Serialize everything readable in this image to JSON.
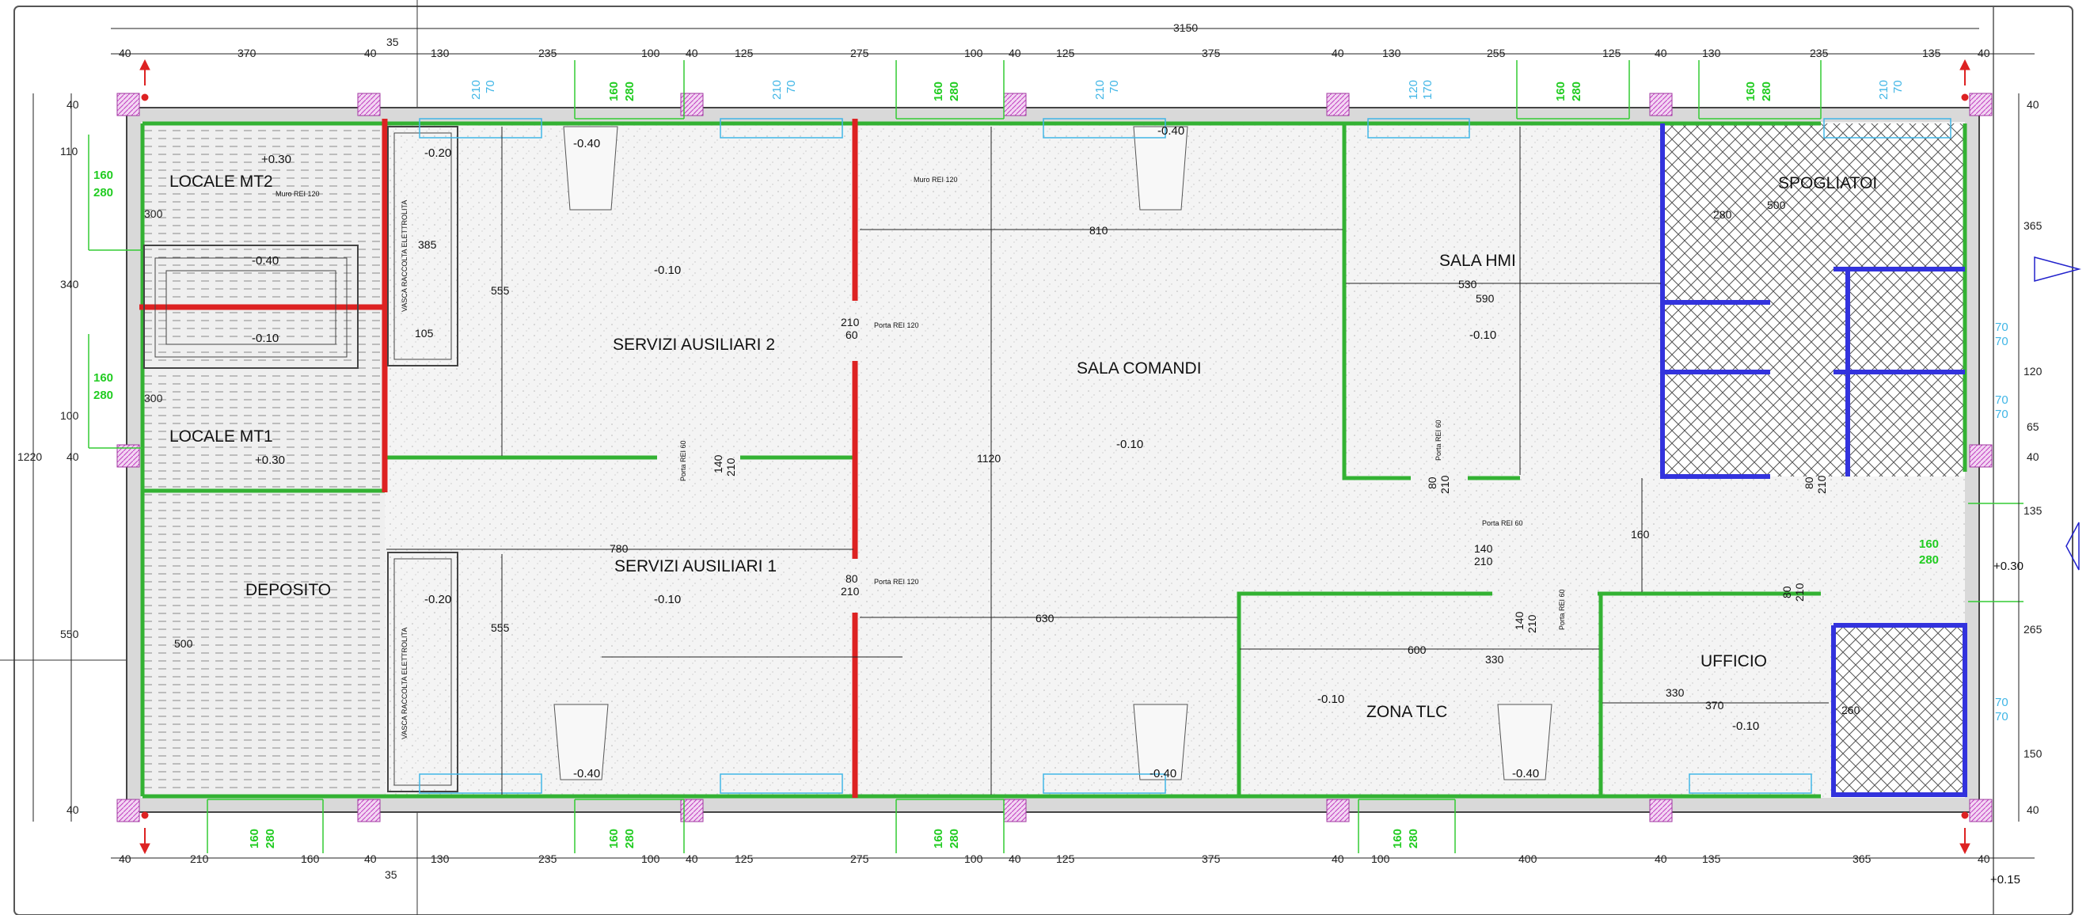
{
  "overall_width": "3150",
  "overall_height": "1220",
  "top_dims": [
    "40",
    "370",
    "40",
    "35",
    "130",
    "235",
    "100",
    "40",
    "125",
    "275",
    "100",
    "40",
    "125",
    "375",
    "40",
    "130",
    "255",
    "125",
    "40",
    "130",
    "235",
    "135",
    "40"
  ],
  "bottom_dims": [
    "40",
    "210",
    "160",
    "40",
    "35",
    "130",
    "235",
    "100",
    "40",
    "125",
    "275",
    "100",
    "40",
    "125",
    "375",
    "40",
    "100",
    "400",
    "40",
    "135",
    "365",
    "40"
  ],
  "left_dims": [
    "40",
    "110",
    "300",
    "340",
    "300",
    "100",
    "40",
    "550",
    "40"
  ],
  "right_dims": [
    "40",
    "365",
    "120",
    "65",
    "40",
    "135",
    "265",
    "150",
    "40"
  ],
  "rooms": {
    "locale_mt2": "LOCALE MT2",
    "locale_mt1": "LOCALE MT1",
    "deposito": "DEPOSITO",
    "servizi2": "SERVIZI AUSILIARI 2",
    "servizi1": "SERVIZI AUSILIARI 1",
    "sala_comandi": "SALA COMANDI",
    "sala_hmi": "SALA HMI",
    "spogliatoi": "SPOGLIATOI",
    "zona_tlc": "ZONA TLC",
    "ufficio": "UFFICIO"
  },
  "levels": {
    "l030a": "+0.30",
    "l040a": "-0.40",
    "l040b": "-0.40",
    "l010a": "-0.10",
    "l030b": "+0.30",
    "l020a": "-0.20",
    "l010b": "-0.10",
    "l010c": "-0.10",
    "l020b": "-0.20",
    "l010d": "-0.10",
    "l010e": "-0.10",
    "l010f": "-0.10",
    "l030c": "+0.30",
    "l010g": "-0.10",
    "l040c": "-0.40",
    "l040d": "-0.40",
    "l040e": "-0.40",
    "l040f": "-0.40",
    "l015": "+0.15"
  },
  "notes": {
    "muro1": "Muro REI 120",
    "muro2": "Muro REI 120",
    "porta1": "Porta REI 120",
    "porta2": "Porta REI 120",
    "porta3": "Porta REI 60",
    "porta4": "Porta REI 60",
    "porta5": "Porta REI 60",
    "porta6": "Porta REI 60",
    "vasca1": "VASCA RACCOLTA ELETTROLITA",
    "vasca2": "VASCA RACCOLTA ELETTROLITA"
  },
  "inner_dims": {
    "d385": "385",
    "d105": "105",
    "d555a": "555",
    "d555b": "555",
    "d810": "810",
    "d1120": "1120",
    "d780": "780",
    "d630": "630",
    "d500": "500",
    "d530": "530",
    "d590": "590",
    "d600": "600",
    "d330a": "330",
    "d330b": "330",
    "d370": "370",
    "d160": "160",
    "d280": "280",
    "d500b": "500",
    "d260": "260"
  },
  "win_labels": {
    "w1a": "210",
    "w1b": "70",
    "w2a": "210",
    "w2b": "70",
    "w3a": "210",
    "w3b": "70",
    "w4a": "120",
    "w4b": "170",
    "w5a": "210",
    "w5b": "70",
    "wr1a": "70",
    "wr1b": "70",
    "wr2a": "70",
    "wr2b": "70",
    "wr3a": "70",
    "wr3b": "70"
  },
  "door_labels": {
    "top1a": "160",
    "top1b": "280",
    "top2a": "160",
    "top2b": "280",
    "top3a": "160",
    "top3b": "280",
    "top4a": "160",
    "top4b": "280",
    "left1a": "160",
    "left1b": "280",
    "left2a": "160",
    "left2b": "280",
    "bot1a": "160",
    "bot1b": "280",
    "bot2a": "160",
    "bot2b": "280",
    "bot3a": "160",
    "bot3b": "280",
    "bot4a": "160",
    "bot4b": "280",
    "right1a": "160",
    "right1b": "280"
  },
  "door_dims": {
    "d1a": "210",
    "d1b": "60",
    "d2a": "80",
    "d2b": "210",
    "d3a": "140",
    "d3b": "210",
    "d4a": "80",
    "d4b": "210",
    "d5a": "140",
    "d5b": "210",
    "d6a": "140",
    "d6b": "210",
    "d7a": "80",
    "d7b": "210",
    "d8a": "80",
    "d8b": "210"
  }
}
